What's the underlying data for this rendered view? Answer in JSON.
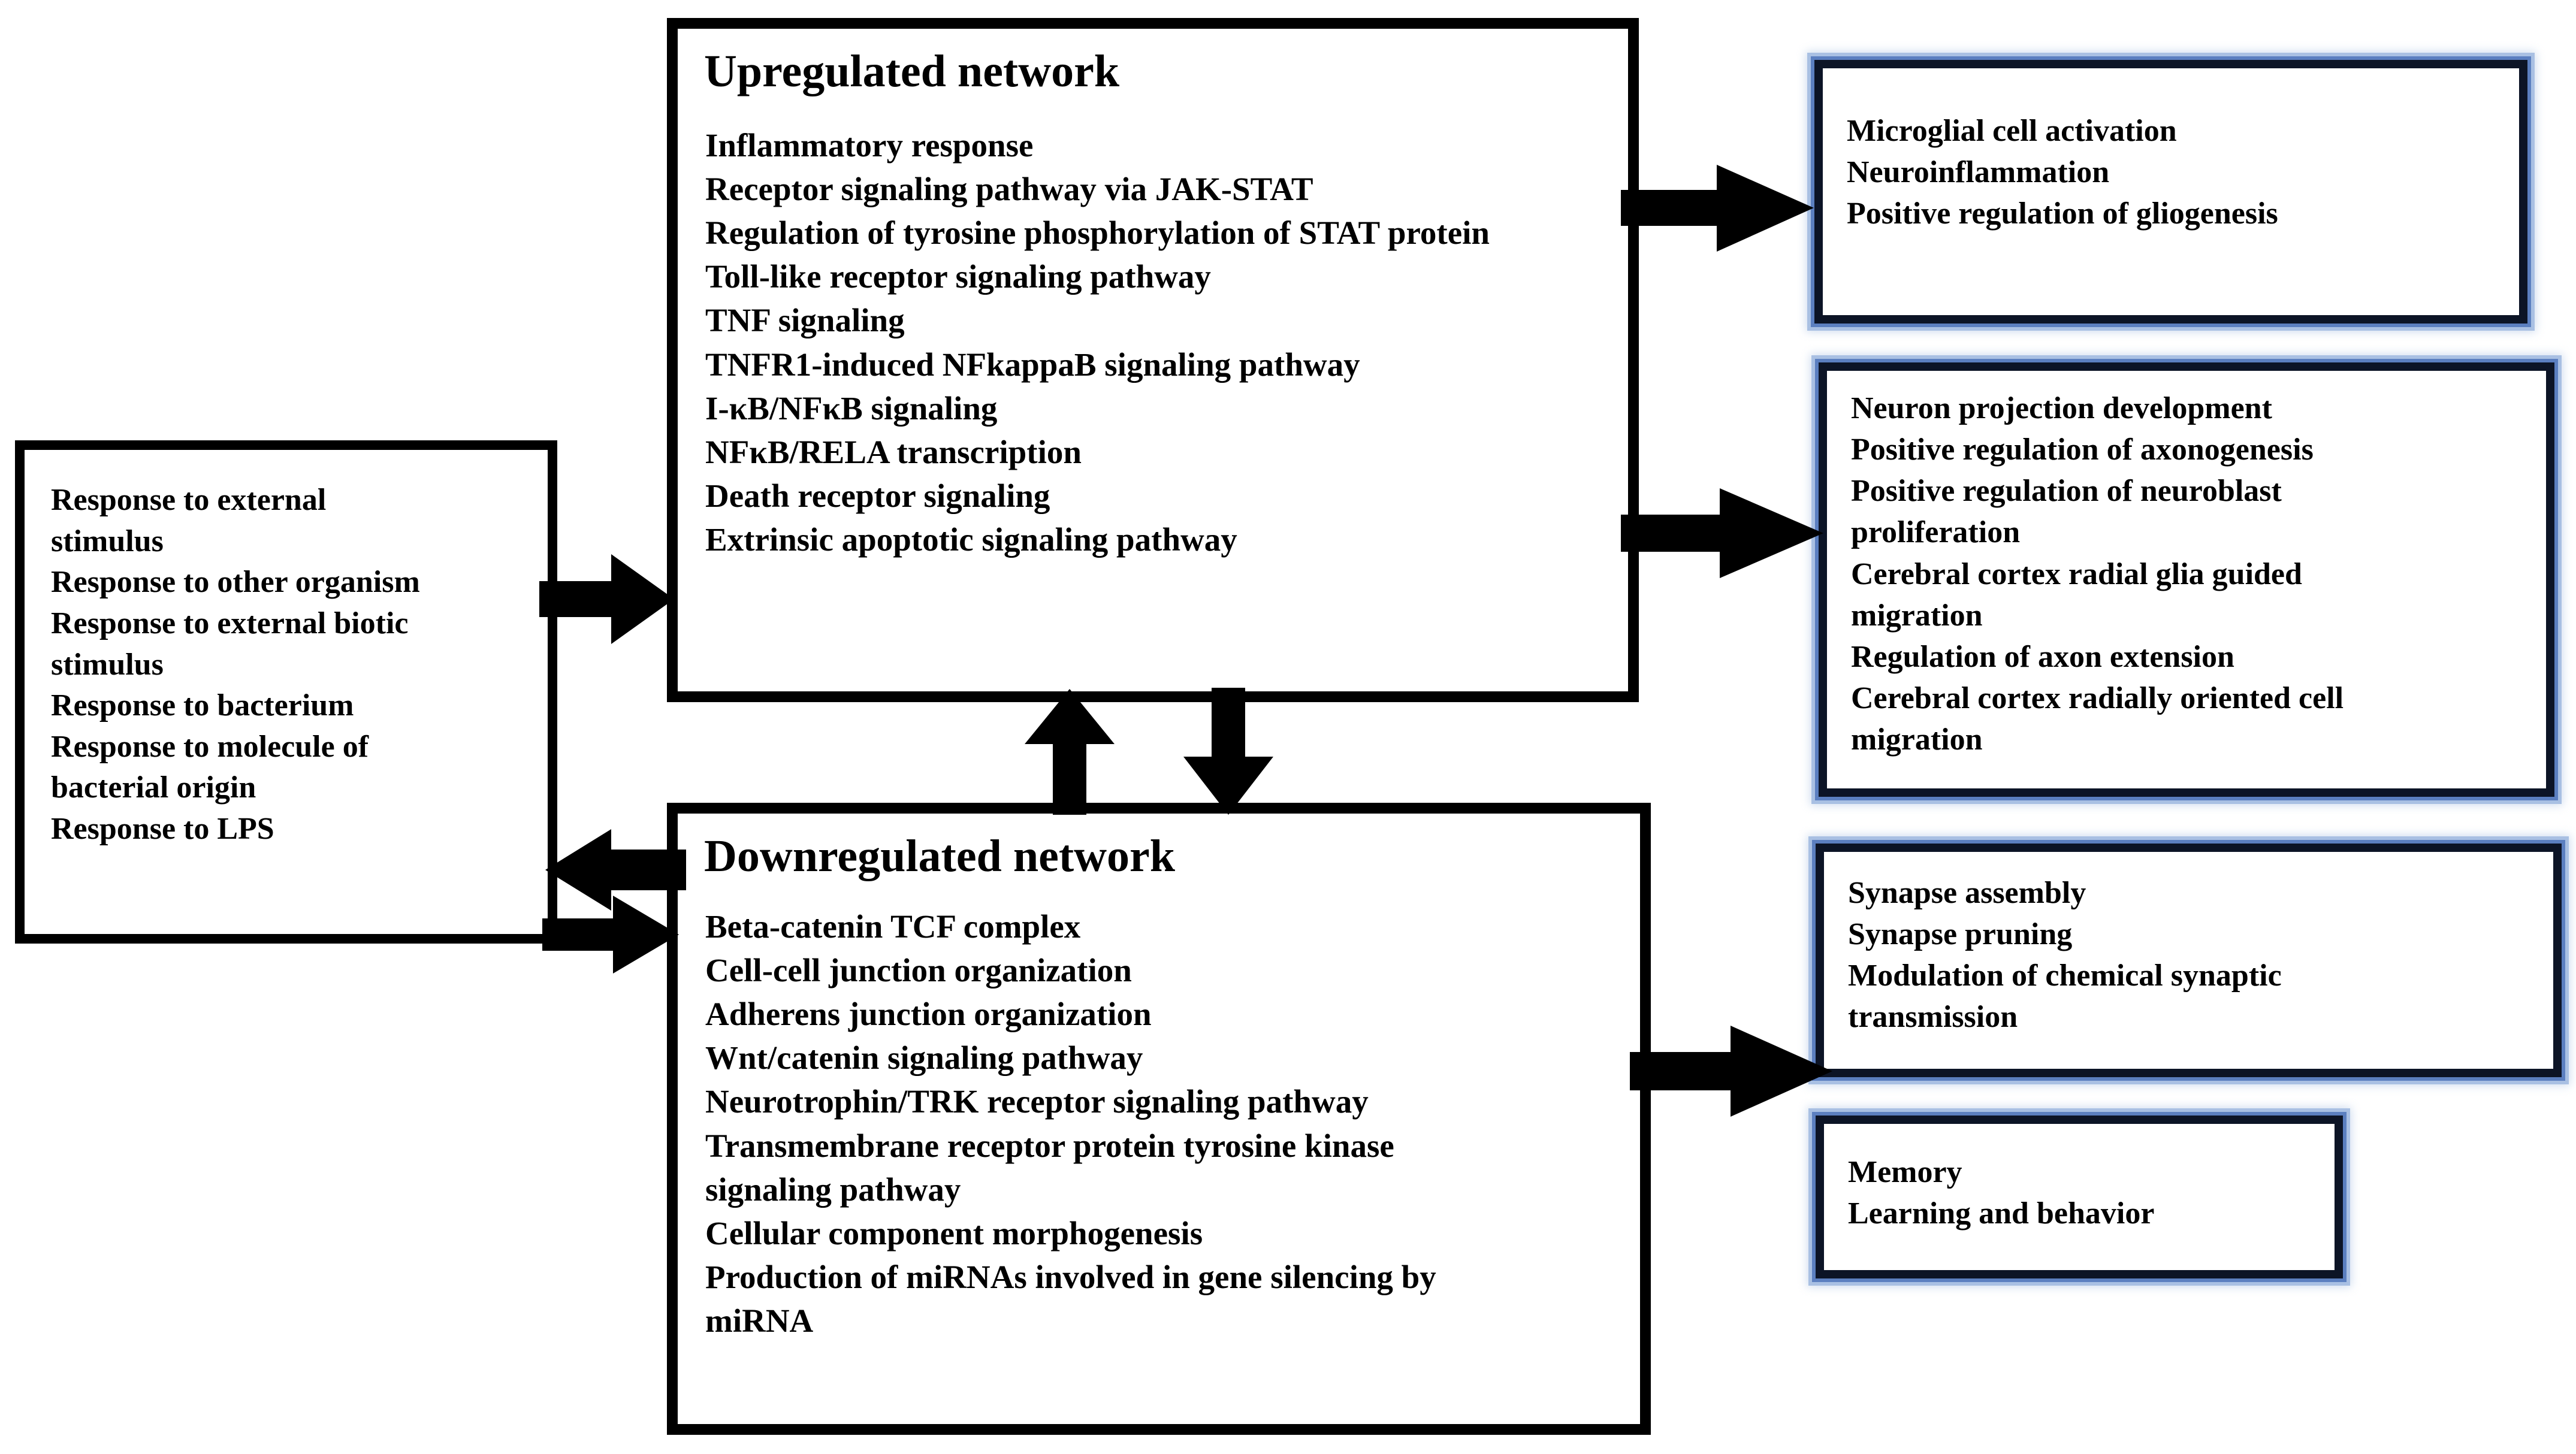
{
  "diagram": {
    "title_upregulated": "Upregulated network",
    "title_downregulated": "Downregulated network",
    "accent_blue": "#5b7fc0",
    "line_color": "#000000",
    "background": "#ffffff"
  },
  "stimulus_box": {
    "items": [
      "Response to external",
      "stimulus",
      "Response to other organism",
      "Response to external biotic",
      "stimulus",
      "Response to bacterium",
      "Response to molecule of",
      "bacterial origin",
      "Response to LPS"
    ]
  },
  "upregulated_box": {
    "title": "Upregulated network",
    "items": [
      "Inflammatory response",
      "Receptor signaling pathway via JAK-STAT",
      "Regulation of tyrosine phosphorylation of STAT protein",
      "Toll-like receptor signaling pathway",
      "TNF signaling",
      "TNFR1-induced NFkappaB signaling pathway",
      "I-κB/NFκB signaling",
      "NFκB/RELA transcription",
      "Death receptor signaling",
      "Extrinsic apoptotic signaling pathway"
    ]
  },
  "downregulated_box": {
    "title": "Downregulated network",
    "items": [
      "Beta-catenin TCF complex",
      "Cell-cell junction organization",
      "Adherens junction organization",
      "Wnt/catenin signaling pathway",
      "Neurotrophin/TRK receptor signaling pathway",
      "Transmembrane receptor protein tyrosine kinase",
      "signaling pathway",
      "Cellular component morphogenesis",
      "Production of miRNAs involved in gene silencing by",
      "miRNA"
    ]
  },
  "outcome_box_1": {
    "items": [
      "Microglial cell activation",
      "Neuroinflammation",
      " Positive regulation of gliogenesis"
    ]
  },
  "outcome_box_2": {
    "items": [
      "Neuron projection development",
      "Positive regulation of axonogenesis",
      "Positive regulation of neuroblast",
      "proliferation",
      "Cerebral cortex radial glia guided",
      "migration",
      "Regulation of axon extension",
      "Cerebral cortex radially oriented cell",
      "migration"
    ]
  },
  "outcome_box_3": {
    "items": [
      "Synapse assembly",
      "Synapse pruning",
      "Modulation of chemical synaptic",
      "transmission"
    ]
  },
  "outcome_box_4": {
    "items": [
      "Memory",
      "Learning and behavior"
    ]
  },
  "arrows": [
    {
      "name": "stimulus-to-upregulated",
      "direction": "right"
    },
    {
      "name": "downregulated-to-stimulus",
      "direction": "left"
    },
    {
      "name": "stimulus-to-downregulated",
      "direction": "right"
    },
    {
      "name": "downregulated-to-upregulated",
      "direction": "up"
    },
    {
      "name": "upregulated-to-downregulated",
      "direction": "down"
    },
    {
      "name": "upregulated-to-outcome-1",
      "direction": "right"
    },
    {
      "name": "upregulated-to-outcome-2",
      "direction": "right"
    },
    {
      "name": "downregulated-to-outcome-3",
      "direction": "right"
    }
  ]
}
